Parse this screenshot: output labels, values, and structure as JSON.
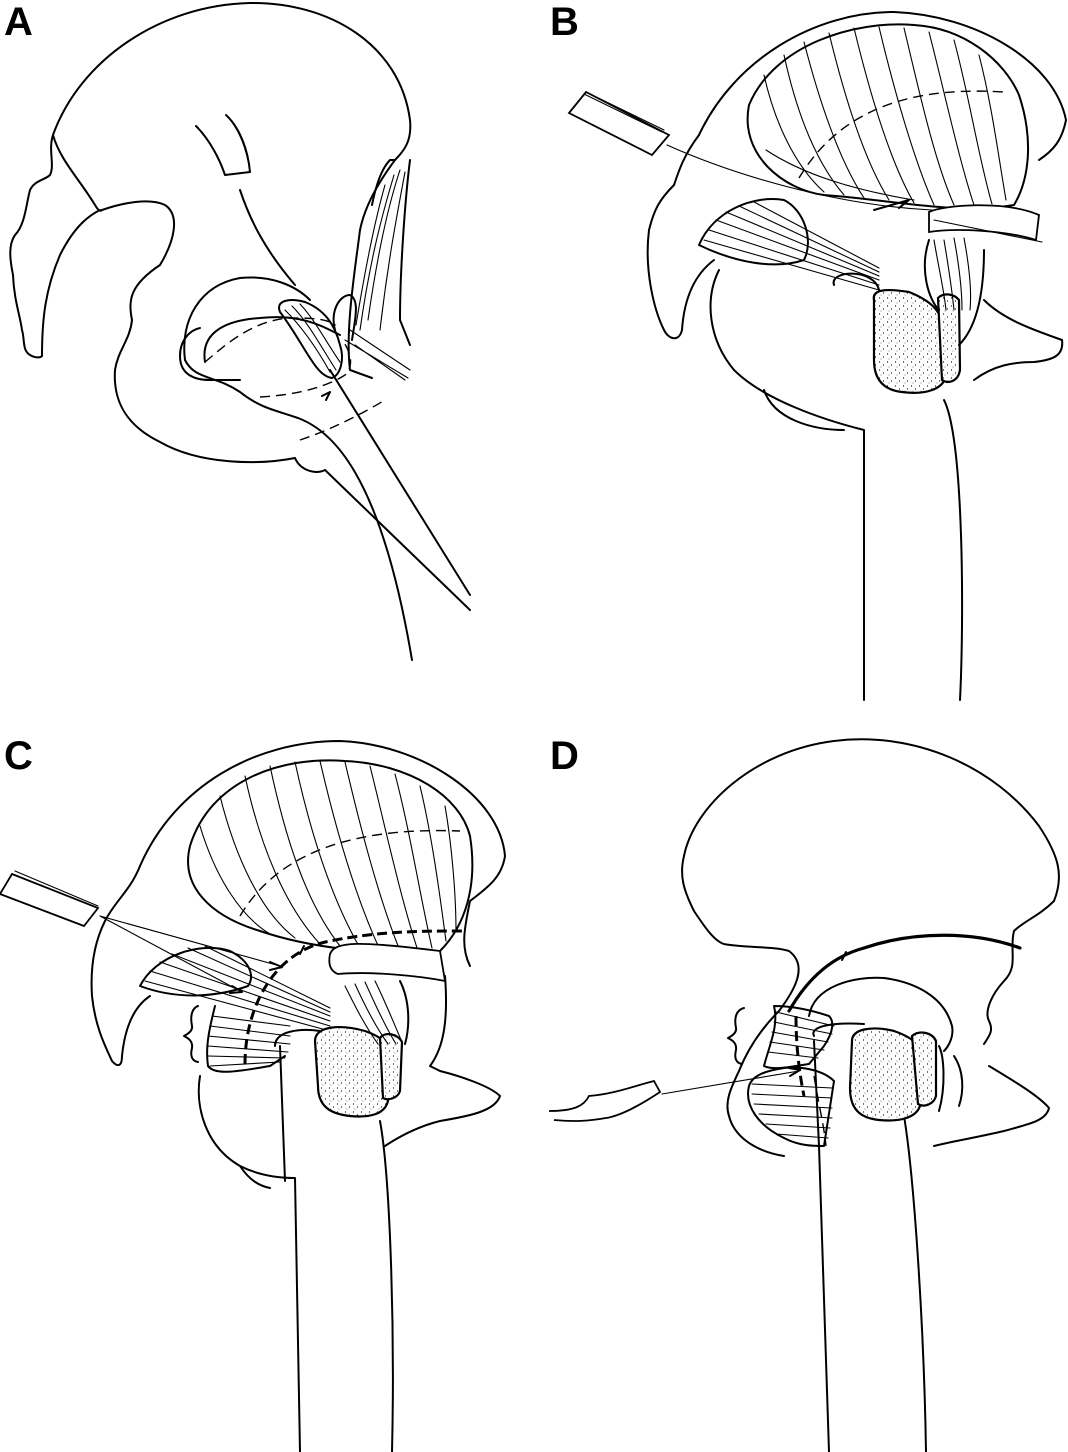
{
  "figure": {
    "panels": [
      {
        "id": "A",
        "label": "A",
        "description": "Lateral view of pelvis and proximal femur with short external rotator muscles; curved arrow at tendon insertion"
      },
      {
        "id": "B",
        "label": "B",
        "description": "Gluteal muscle fan retracted with instrument; arrow beneath muscle; greater trochanter osteotomy surface stippled"
      },
      {
        "id": "C",
        "label": "C",
        "description": "Two arrows from instrument toward muscle groups; heavy dashed capsular incision line; brace marking muscle group"
      },
      {
        "id": "D",
        "label": "D",
        "description": "Gluteal muscle removed; capsular incision line with tick mark; elevator instrument with arrow to muscle; brace marking muscle group"
      }
    ],
    "colors": {
      "line": "#000000",
      "background": "#ffffff"
    }
  }
}
